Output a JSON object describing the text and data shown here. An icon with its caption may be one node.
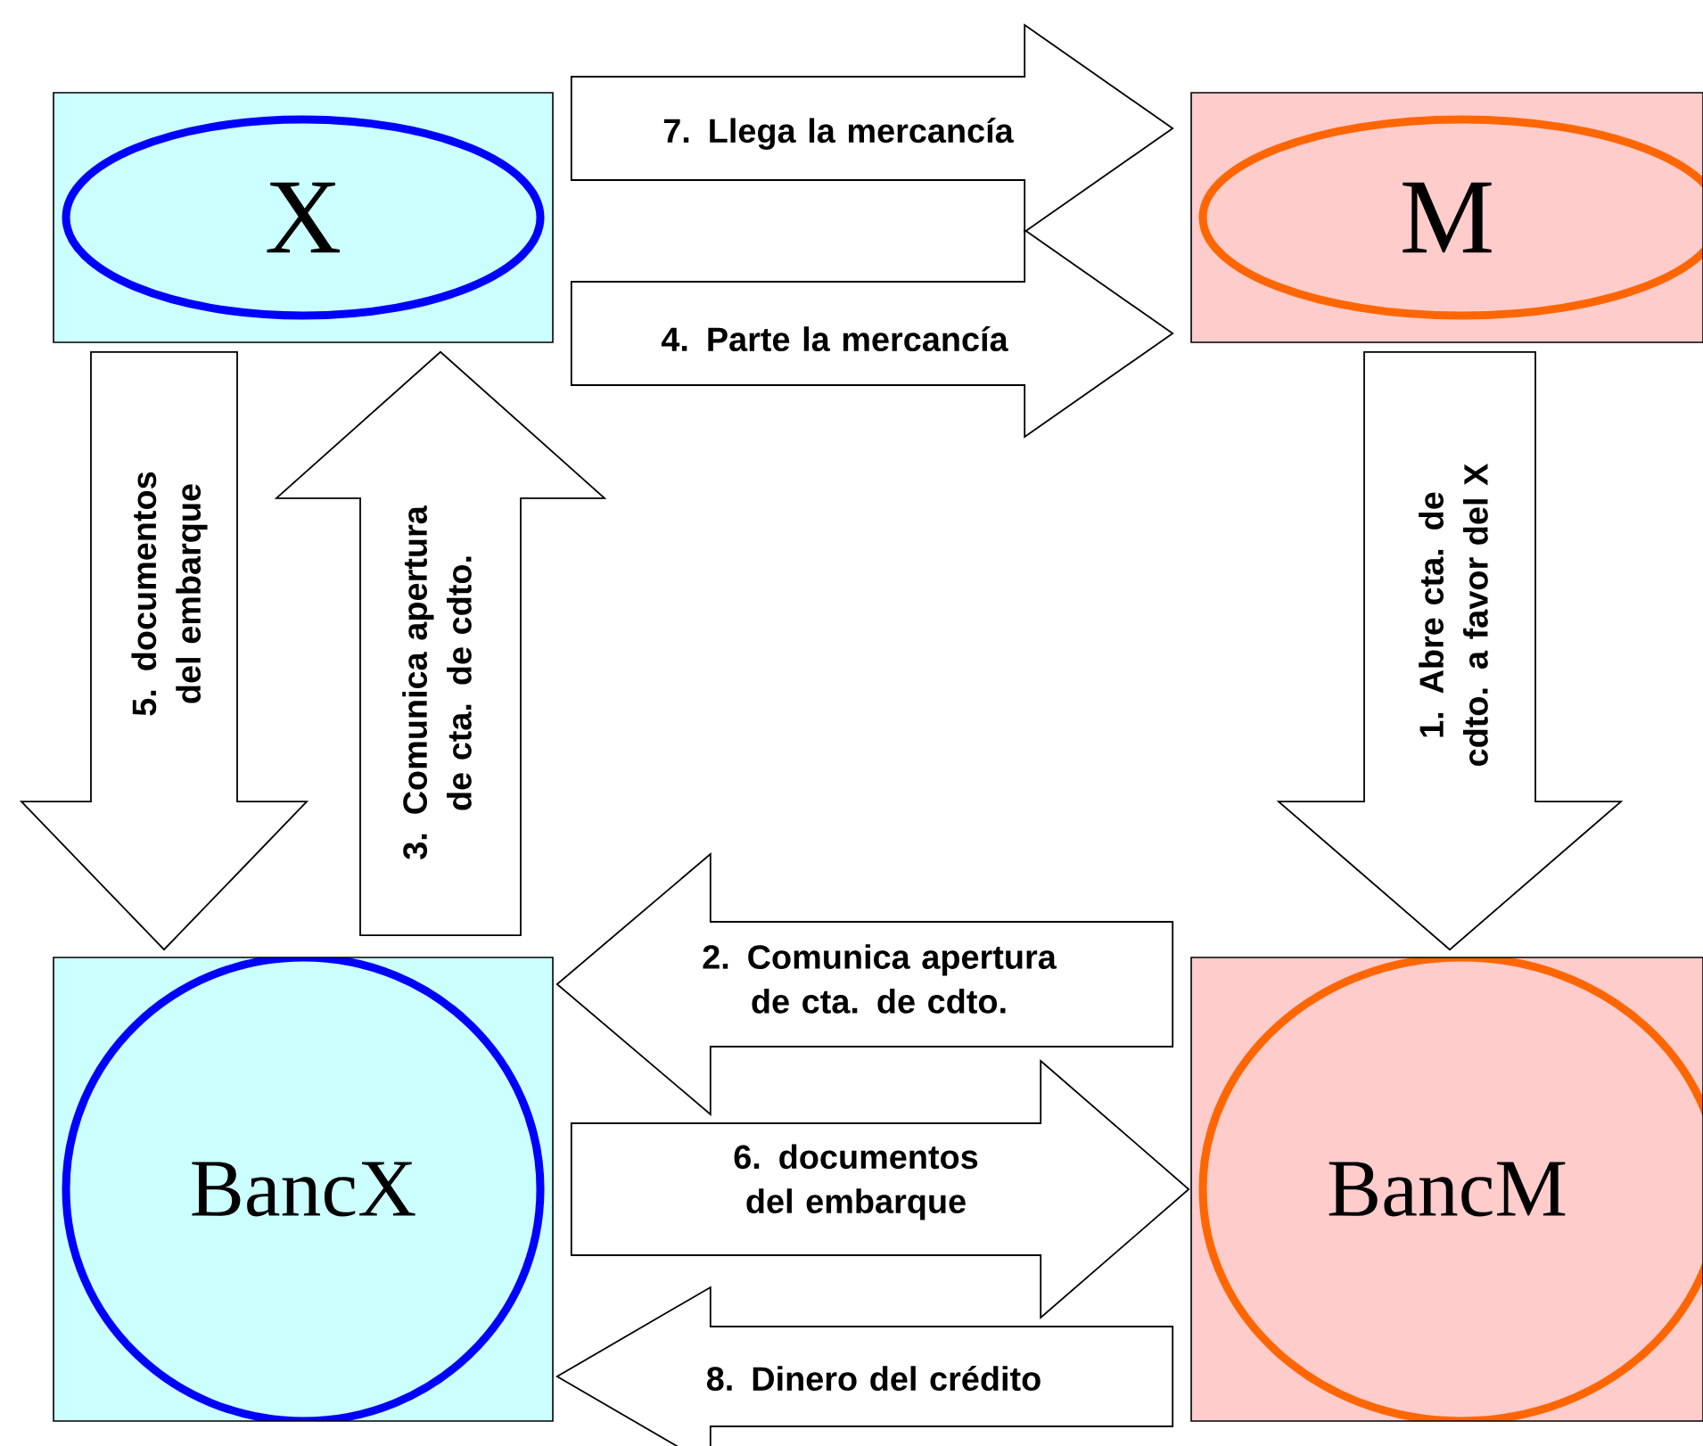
{
  "diagram": {
    "nodes": [
      {
        "text": [
          "X"
        ]
      },
      {
        "text": [
          "M"
        ]
      },
      {
        "text": [
          "BancX"
        ]
      },
      {
        "text": [
          "BancM"
        ]
      }
    ],
    "edges": [
      {
        "from": 1,
        "to": 3,
        "arrow": "to",
        "label": "1. Abre cta. de cdto. a favor del X"
      },
      {
        "from": 3,
        "to": 2,
        "arrow": "to",
        "label": "2. Comunica apertura de cta. de cdto."
      },
      {
        "from": 2,
        "to": 0,
        "arrow": "to",
        "label": "3. Comunica apertura de cta. de cdto."
      },
      {
        "from": 0,
        "to": 1,
        "arrow": "to",
        "label": "4. Parte la mercancía"
      },
      {
        "from": 0,
        "to": 2,
        "arrow": "to",
        "label": "5. documentos del embarque"
      },
      {
        "from": 2,
        "to": 3,
        "arrow": "to",
        "label": "6. documentos del embarque"
      },
      {
        "from": 0,
        "to": 1,
        "arrow": "to",
        "label": "7. Llega la mercancía"
      },
      {
        "from": 3,
        "to": 2,
        "arrow": "to",
        "label": "8. Dinero del crédito"
      }
    ]
  }
}
